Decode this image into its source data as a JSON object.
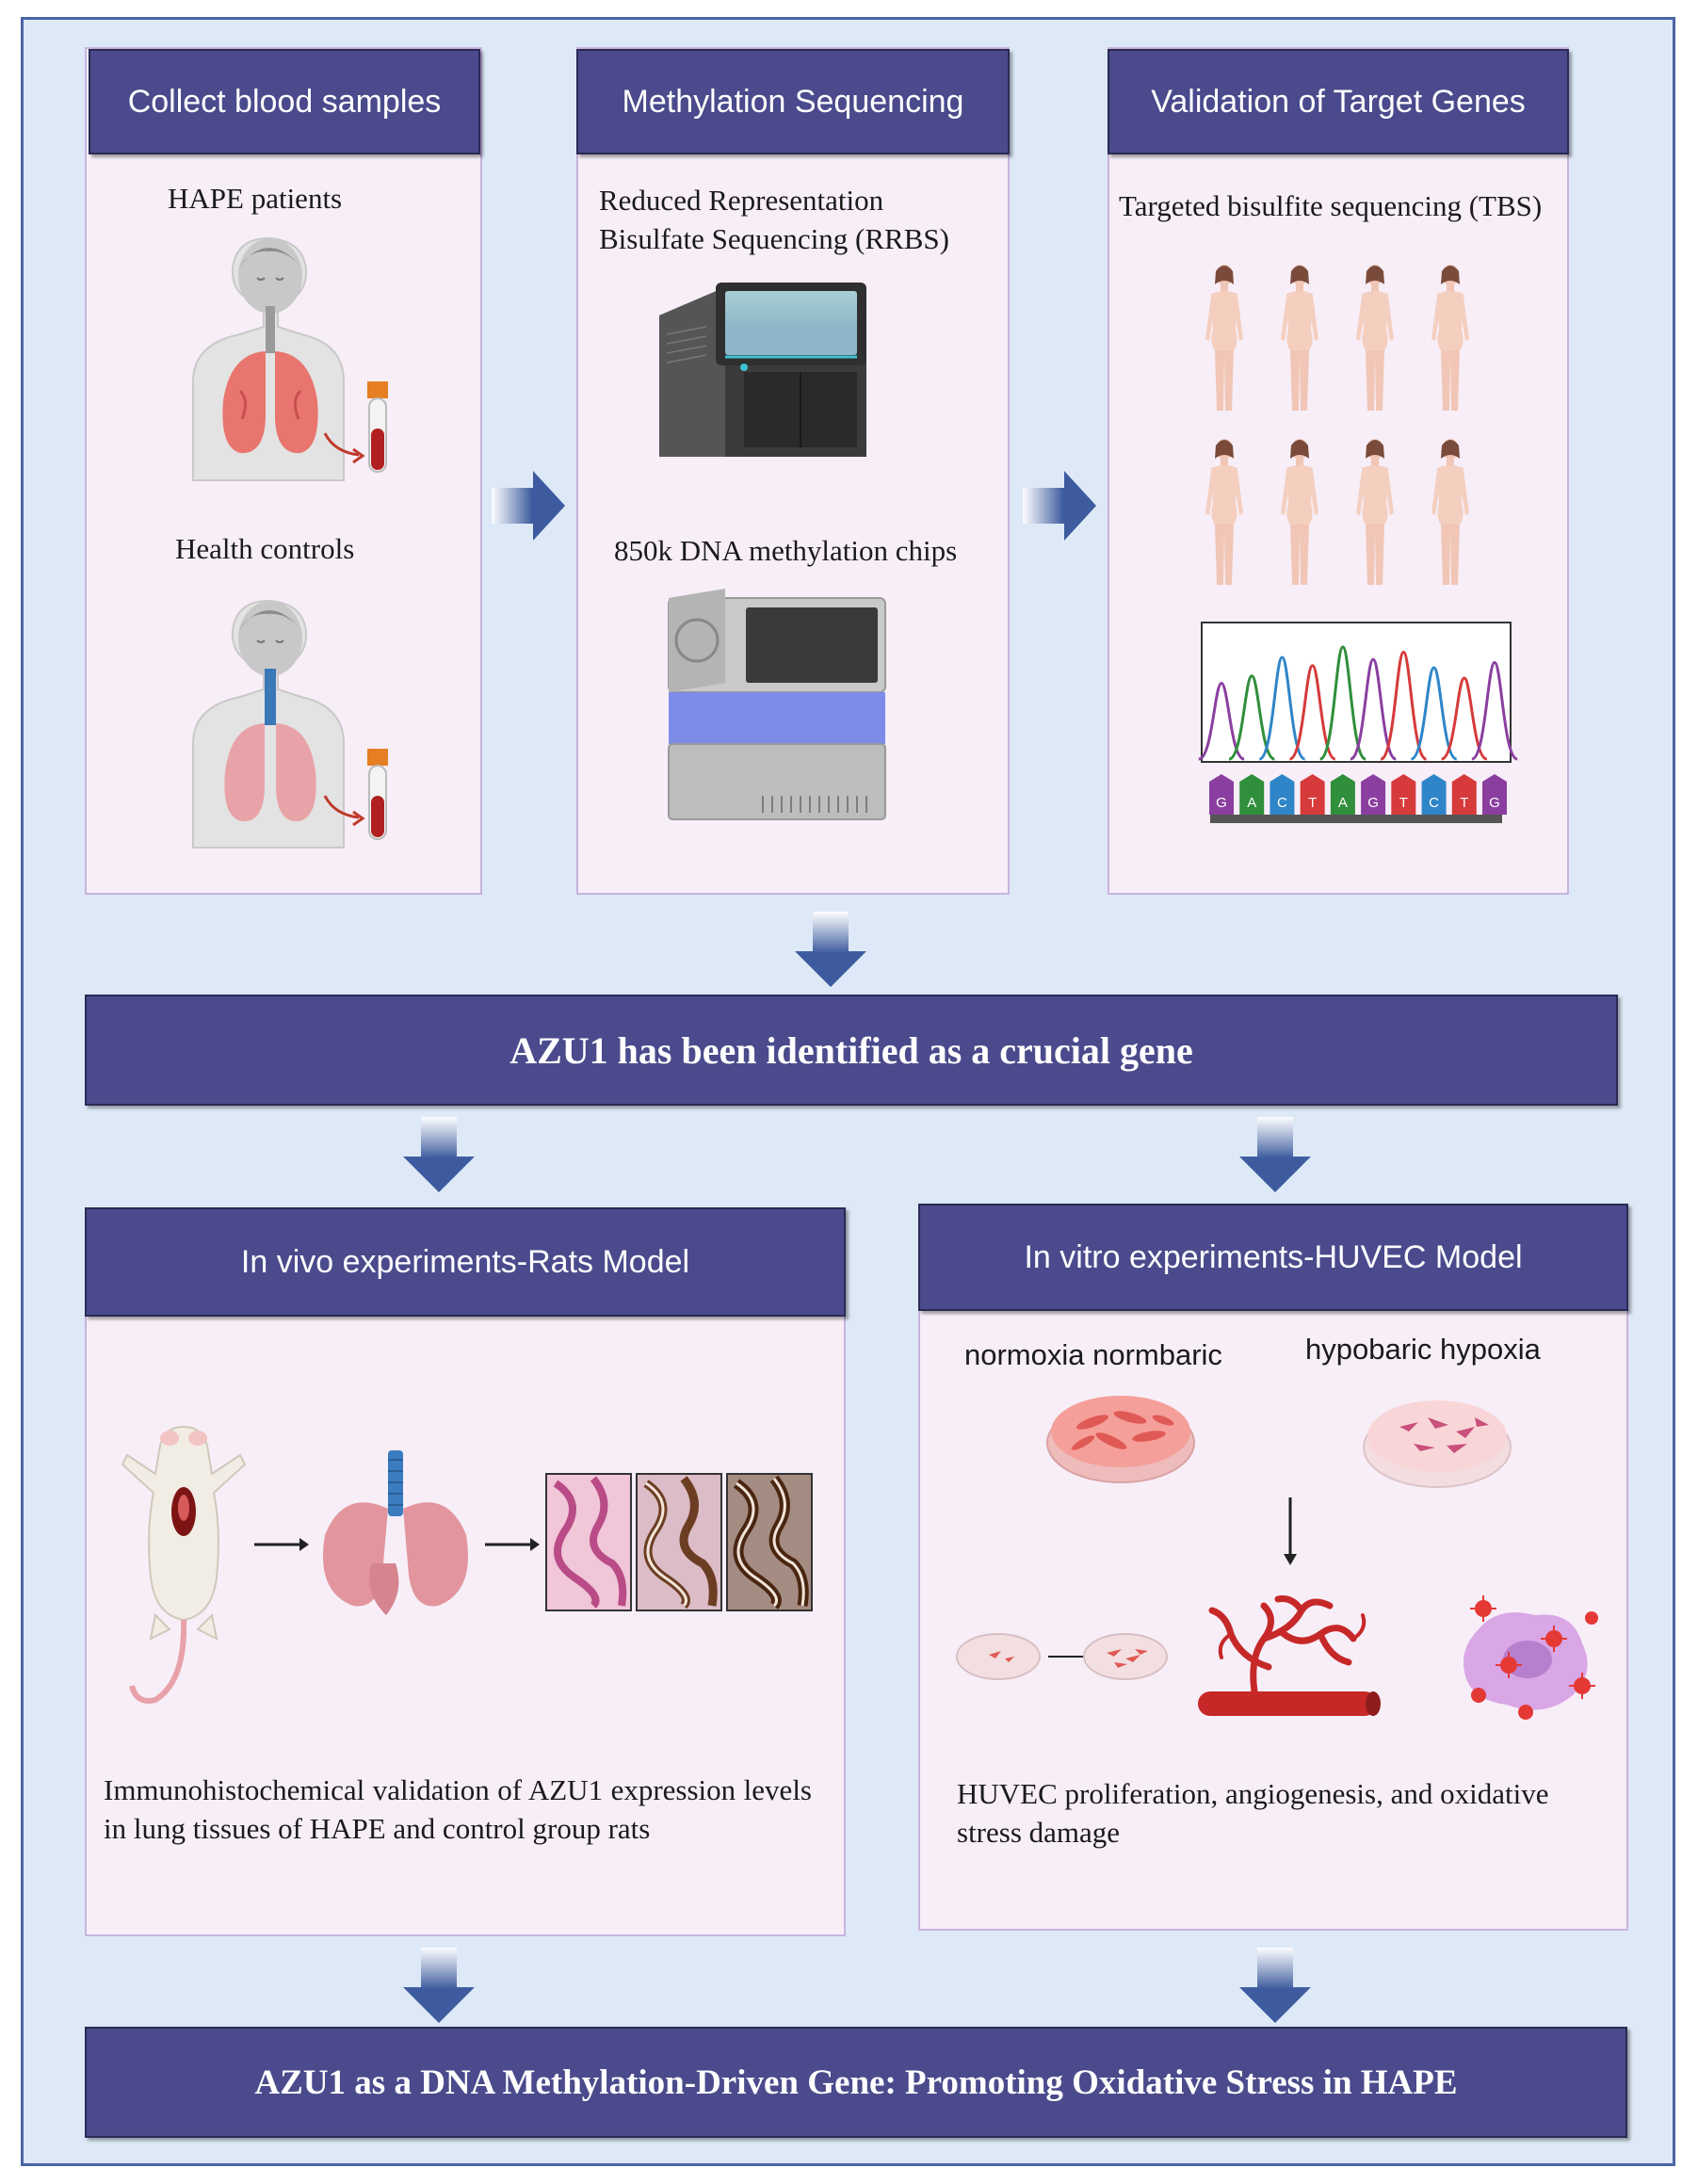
{
  "top": {
    "collect": {
      "header": "Collect blood samples",
      "patients_label": "HAPE patients",
      "controls_label": "Health controls"
    },
    "methylation": {
      "header": "Methylation Sequencing",
      "rrbs_label": "Reduced Representation\nBisulfate Sequencing (RRBS)",
      "chips_label": "850k DNA methylation chips"
    },
    "validation": {
      "header": "Validation of Target Genes",
      "tbs_label": "Targeted bisulfite sequencing (TBS)",
      "bases": [
        "G",
        "A",
        "C",
        "T",
        "A",
        "G",
        "T",
        "C",
        "T",
        "G"
      ]
    }
  },
  "middle": {
    "banner": "AZU1 has been identified as a crucial gene"
  },
  "invivo": {
    "header": "In vivo experiments-Rats Model",
    "description": "Immunohistochemical validation of AZU1 expression levels in lung tissues of HAPE and control group rats"
  },
  "invitro": {
    "header": "In vitro experiments-HUVEC Model",
    "normoxia_label": "normoxia normbaric",
    "hypoxia_label": "hypobaric hypoxia",
    "description": "HUVEC proliferation, angiogenesis, and oxidative stress damage"
  },
  "bottom": {
    "banner": "AZU1 as a DNA Methylation-Driven Gene: Promoting Oxidative Stress in HAPE"
  },
  "colors": {
    "header_fill": "#4a4a8c",
    "panel_fill": "#f7eef8",
    "background": "#dde9f7",
    "arrow": "#3d5b9e",
    "base_G": "#8a3fa0",
    "base_A": "#2f8f3a",
    "base_C": "#2e86c8",
    "base_T": "#d63a3a"
  }
}
